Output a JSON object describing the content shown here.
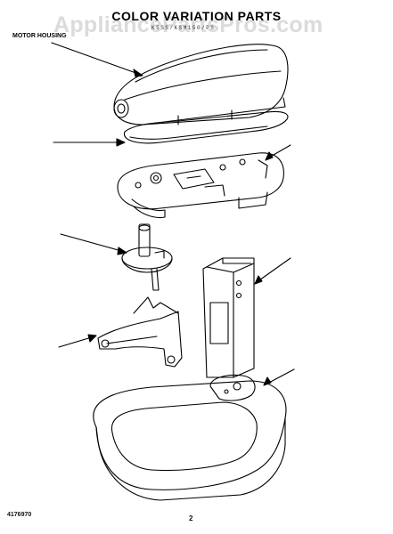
{
  "page": {
    "title": "COLOR VARIATION PARTS",
    "watermark": "AppliancePartsPros.com",
    "subtitle": "K5SS/KSM150/PS",
    "document_number": "4176970",
    "page_number": "2"
  },
  "labels": {
    "motor_housing": "MOTOR HOUSING"
  }
}
